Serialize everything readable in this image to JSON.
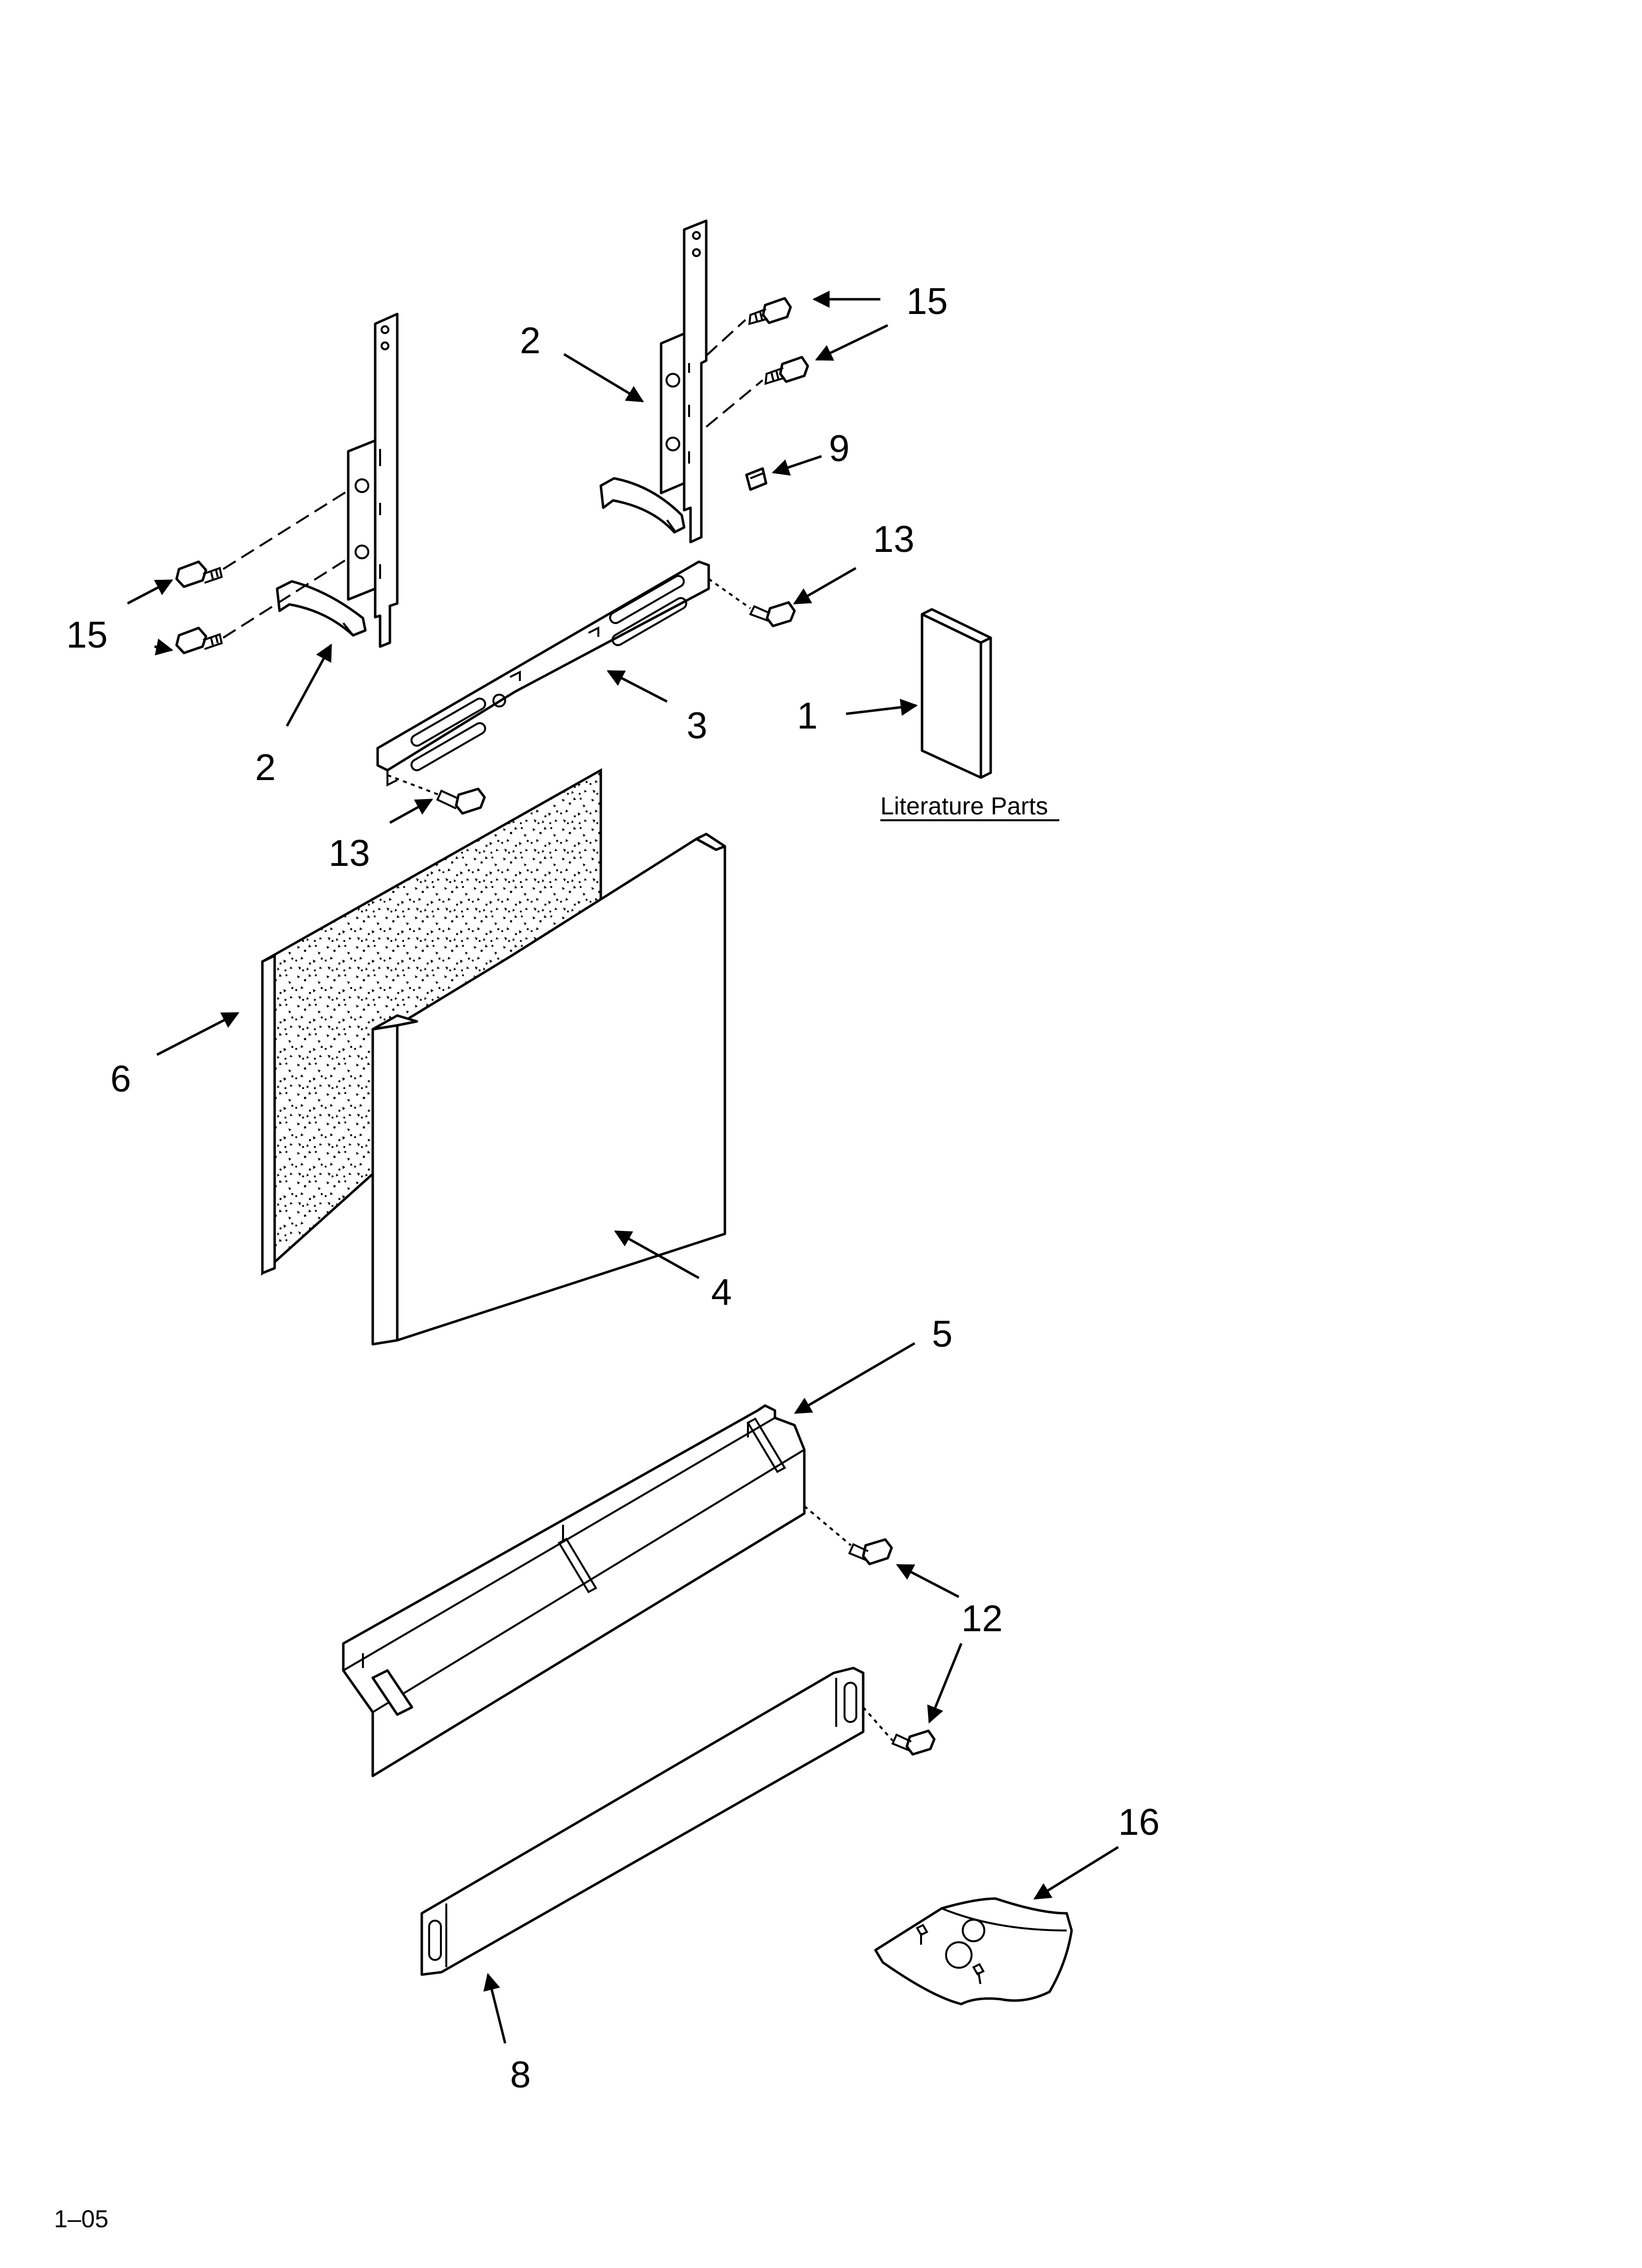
{
  "callouts": {
    "c15_top": "15",
    "c2_top": "2",
    "c9": "9",
    "c13_right": "13",
    "c15_left": "15",
    "c2_left": "2",
    "c3": "3",
    "c1": "1",
    "c13_left": "13",
    "c6": "6",
    "c4": "4",
    "c5": "5",
    "c12": "12",
    "c16": "16",
    "c8": "8"
  },
  "literature_caption": "Literature Parts",
  "footer_code": "1–05",
  "colors": {
    "line": "#000000",
    "background": "#ffffff"
  },
  "icons": [
    "bracket-icon",
    "screw-icon",
    "panel-icon",
    "booklet-icon",
    "parts-bag-icon",
    "arrow-icon"
  ]
}
